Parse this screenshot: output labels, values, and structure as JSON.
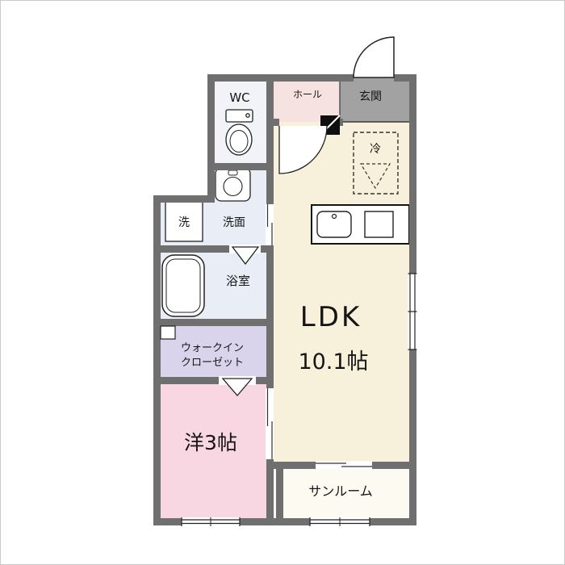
{
  "colors": {
    "wall": "#6f6f6f",
    "ldk": "#f7f0da",
    "hall": "#f6e3e1",
    "genkan": "#a2a2a2",
    "wc": "#f2f3f8",
    "washroom": "#e9edf6",
    "bath": "#e9edf6",
    "closet": "#d9d4ec",
    "bedroom": "#f8d7e2",
    "sunroom": "#fcfaf1"
  },
  "rooms": {
    "wc": {
      "label": "WC"
    },
    "hall": {
      "label": "ホール"
    },
    "genkan": {
      "label": "玄関"
    },
    "fridge": {
      "label": "冷"
    },
    "laundry": {
      "label": "洗"
    },
    "washroom": {
      "label": "洗面"
    },
    "bath": {
      "label": "浴室"
    },
    "closet": {
      "label1": "ウォークイン",
      "label2": "クローゼット"
    },
    "bedroom": {
      "label": "洋3帖"
    },
    "ldk": {
      "label1": "LDK",
      "label2": "10.1帖"
    },
    "sunroom": {
      "label": "サンルーム"
    }
  }
}
